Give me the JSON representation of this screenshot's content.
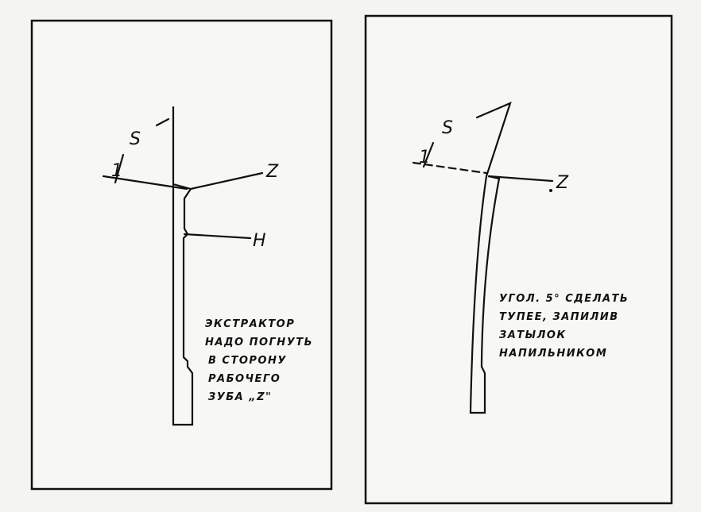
{
  "left_panel": {
    "labels": {
      "s": "S",
      "one": "1",
      "z": "Z",
      "h": "H"
    },
    "note": [
      "ЭКСТРАКТОР",
      "НАДО ПОГНУТЬ",
      "В СТОРОНУ",
      "РАБОЧЕГО",
      "ЗУБА „Z\""
    ]
  },
  "right_panel": {
    "labels": {
      "s": "S",
      "one": "1",
      "z": "Z"
    },
    "note": [
      "УГОЛ. 5° СДЕЛАТЬ",
      "ТУПЕЕ, ЗАПИЛИВ",
      "ЗАТЫЛОК",
      "НАПИЛЬНИКОМ"
    ]
  }
}
